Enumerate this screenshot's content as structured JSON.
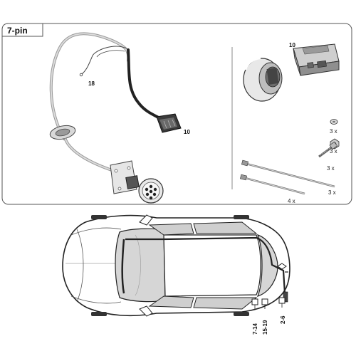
{
  "panel": {
    "title": "7-pin"
  },
  "parts": {
    "cable_number": "18",
    "connector_number": "10",
    "module_number": "10"
  },
  "hardware": {
    "screw_qty": "3 x",
    "nut_qty": "3 x",
    "bolt_qty": "3 x",
    "tie_long_qty": "3 x",
    "tie_short_qty": "4 x"
  },
  "car_labels": {
    "left": "7-14",
    "middle": "15-19",
    "right": "2-6"
  }
}
